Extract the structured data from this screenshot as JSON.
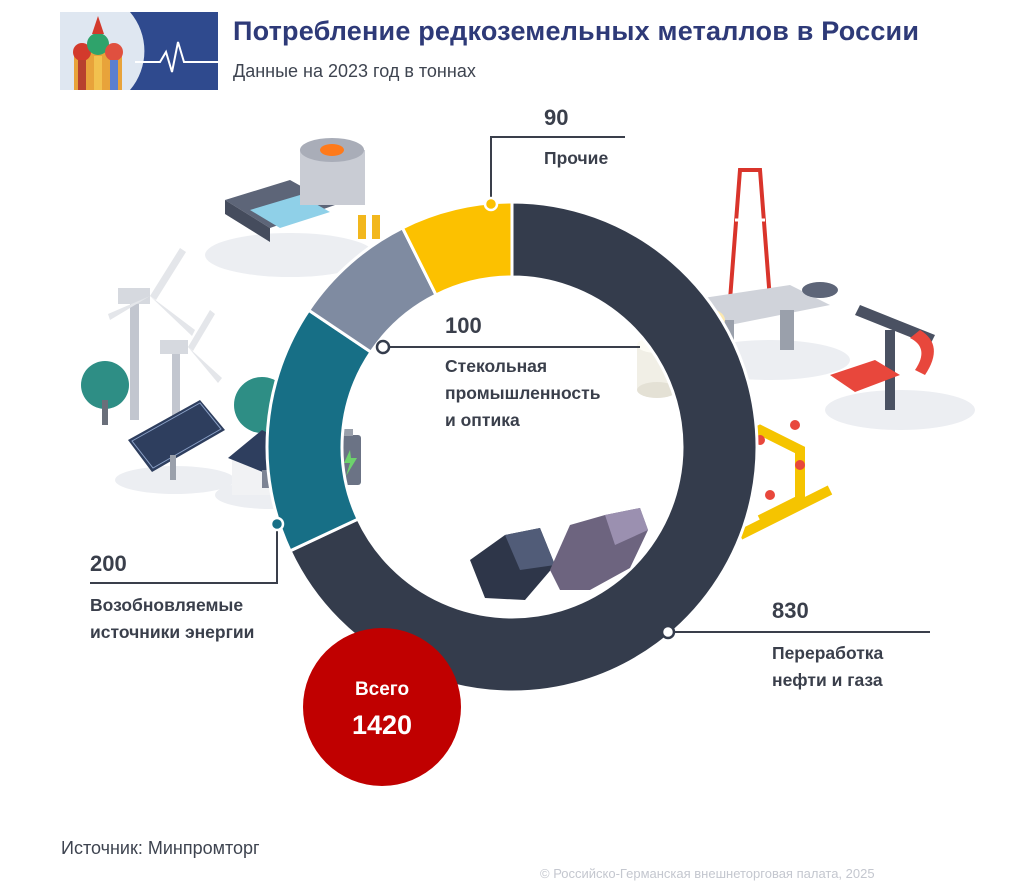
{
  "header": {
    "title": "Потребление редкоземельных металлов в России",
    "subtitle": "Данные на 2023 год в тоннах"
  },
  "chart_data": {
    "type": "pie",
    "title": "Потребление редкоземельных металлов в России",
    "subtitle": "Данные на 2023 год в тоннах",
    "unit": "тонн",
    "year": 2023,
    "categories": [
      "Переработка нефти и газа",
      "Возобновляемые источники энергии",
      "Стекольная промышленность и оптика",
      "Прочие"
    ],
    "values": [
      830,
      200,
      100,
      90
    ],
    "label_lines": [
      [
        "Переработка",
        "нефти и газа"
      ],
      [
        "Возобновляемые",
        "источники энергии"
      ],
      [
        "Стекольная",
        "промышленность",
        "и оптика"
      ],
      [
        "Прочие"
      ]
    ],
    "colors": [
      "#343c4c",
      "#176f86",
      "#7f8ba1",
      "#fcc100"
    ],
    "total_label": "Всего",
    "total_value": "1420",
    "total_color": "#c00000"
  },
  "footer": {
    "source": "Источник: Минпромторг",
    "copyright": "© Российско-Германская внешнеторговая палата, 2025"
  },
  "icons": [
    "cathedral-logo-icon",
    "metallurgy-plant-icon",
    "wind-turbine-icon",
    "solar-panel-icon",
    "house-solar-icon",
    "battery-icon",
    "oil-platform-icon",
    "pump-jack-icon",
    "pipeline-valves-icon",
    "mineral-crystals-icon",
    "storage-tank-icon"
  ]
}
